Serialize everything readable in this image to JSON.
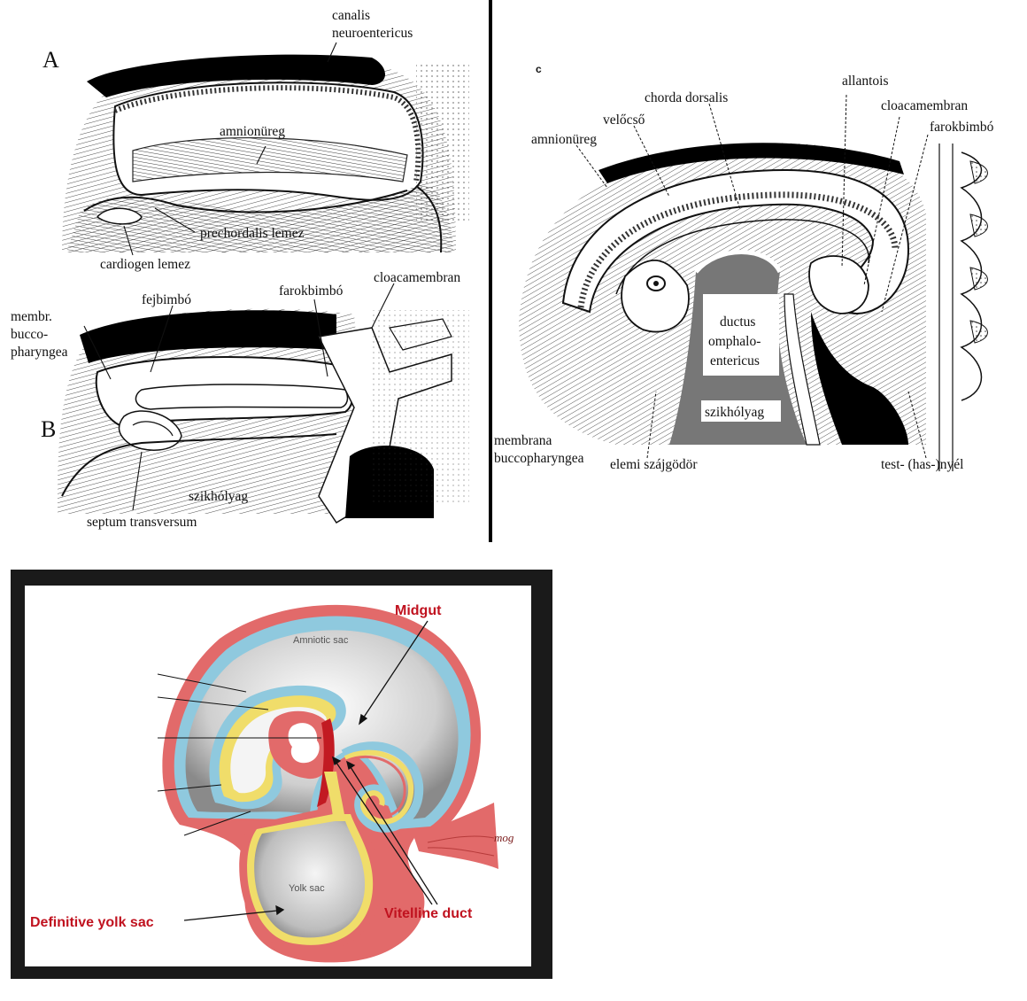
{
  "panel_ab": {
    "letter_a": "A",
    "letter_b": "B",
    "labels": {
      "canalis": "canalis",
      "neuroentericus": "neuroentericus",
      "amnionureg": "amnionüreg",
      "prechordalis": "prechordalis lemez",
      "cardiogen": "cardiogen  lemez",
      "cloacamembran": "cloacamembran",
      "farokbimbo": "farokbimbó",
      "fejbimbo": "fejbimbó",
      "membr": "membr.",
      "bucco": "bucco-",
      "pharyngea": "pharyngea",
      "szikholyag": "szikhólyag",
      "septum": "septum transversum"
    }
  },
  "panel_c": {
    "letter": "c",
    "labels": {
      "allantois": "allantois",
      "chorda": "chorda dorsalis",
      "cloacamembran": "cloacamembran",
      "velocso": "velőcső",
      "farokbimbo": "farokbimbó",
      "amnionureg": "amnionüreg",
      "ductus1": "ductus",
      "ductus2": "omphalo-",
      "ductus3": "entericus",
      "szikholyag": "szikhólyag",
      "membrana": "membrana",
      "buccopharyngea": "buccopharyngea",
      "elemi": "elemi szájgödör",
      "test": "test- (has-)nyél"
    }
  },
  "panel_d": {
    "amniotic": "Amniotic sac",
    "yolk": "Yolk sac",
    "midgut": "Midgut",
    "definitive": "Definitive yolk sac",
    "vitelline": "Vitelline duct",
    "signature": "mog"
  },
  "colors": {
    "ectoderm_blue": "#8fc9de",
    "endoderm_yellow": "#f0dd6a",
    "mesoderm_red": "#e26a6a",
    "label_red": "#c0121f"
  }
}
